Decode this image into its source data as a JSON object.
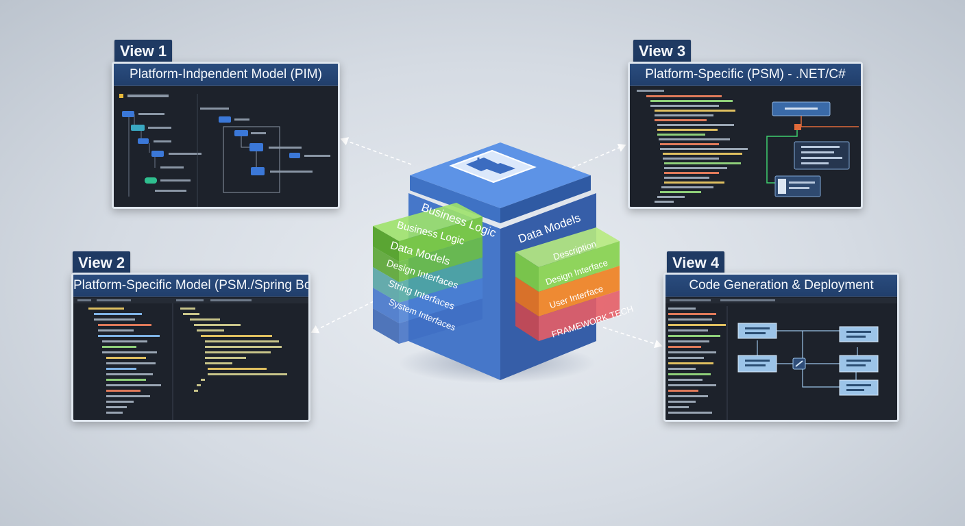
{
  "views": [
    {
      "tag": "View 1",
      "title": "Platform-Indpendent Model (PIM)"
    },
    {
      "tag": "View 2",
      "title": "Platform-Specific Model (PSM./Spring Boot"
    },
    {
      "tag": "View 3",
      "title": "Platform-Specific (PSM) - .NET/C#"
    },
    {
      "tag": "View 4",
      "title": "Code Generation & Deployment"
    }
  ],
  "cube": {
    "front_left_label": "Business Logic",
    "front_right_label": "Data Models",
    "left_layers": [
      "Business Logic",
      "Data Models",
      "Design Interfaces",
      "String Interfaces",
      "System Interfaces"
    ],
    "right_layers": [
      "Description",
      "Design Interface",
      "User Interface",
      "FRAMEWORK TECH"
    ]
  },
  "colors": {
    "navy": "#1f3a63",
    "cube_blue": "#3d6fc4",
    "green": "#7cc64a",
    "orange": "#e47d2b",
    "red": "#e0565c"
  },
  "icons": {
    "top_face": "grid-blocks-icon"
  }
}
